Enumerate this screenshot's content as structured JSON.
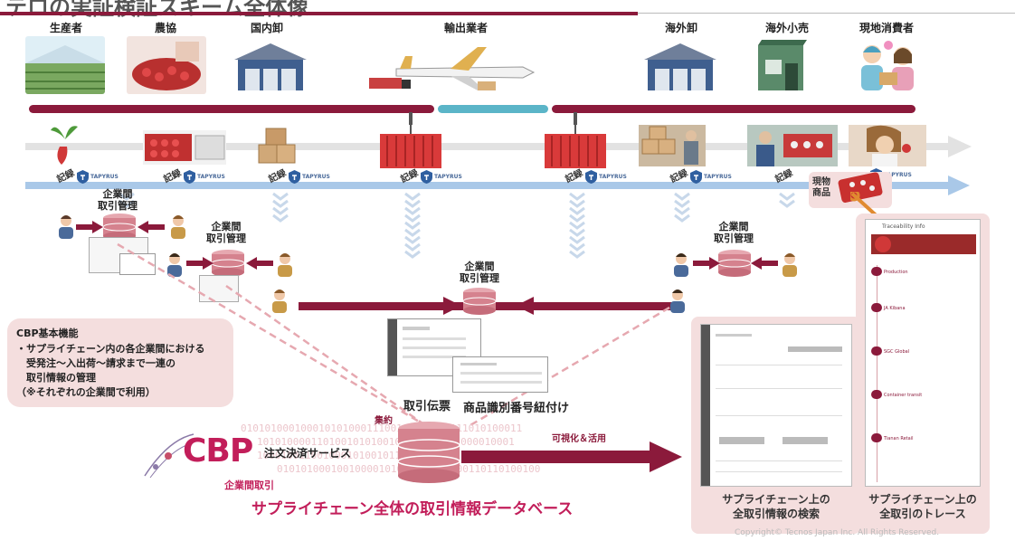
{
  "header": {
    "title": "テロの実証検証スキーム全体像"
  },
  "stages": [
    "生産者",
    "農協",
    "国内卸",
    "輸出業者",
    "海外卸",
    "海外小売",
    "現地消費者"
  ],
  "record": {
    "label": "記録",
    "brand": "TAPYRUS"
  },
  "mgmt": {
    "line1": "企業間",
    "line2": "取引管理"
  },
  "genbutsu": {
    "line1": "現物",
    "line2": "商品"
  },
  "cbp_info": {
    "title": "CBP基本機能",
    "lines": [
      "・サプライチェーン内の各企業間における",
      "　受発注～入出荷～請求まで一連の",
      "　取引情報の管理",
      "（※それぞれの企業間で利用）"
    ]
  },
  "labels": {
    "slip": "取引伝票",
    "product_id": "商品識別番号紐付け",
    "aggregate": "集約",
    "visualize": "可視化＆活用",
    "database": "サプライチェーン全体の取引情報データベース"
  },
  "cbp_logo": {
    "mark": "CBP",
    "service": "注文決済サービス",
    "sub": "企業間取引"
  },
  "binary": [
    "01010100010001010100011100100111001111010100011",
    "1010100001101001010100100100010111000010001",
    "100010011001000101001011101001100111010100",
    "01010100010010000101001001010100110110100100"
  ],
  "panels": {
    "search_caption": [
      "サプライチェーン上の",
      "全取引情報の検索"
    ],
    "trace_caption": [
      "サプライチェーン上の",
      "全取引のトレース"
    ],
    "trace_header": "Traceability Info",
    "trace_items": [
      "Production",
      "JA Kibana",
      "SGC Global",
      "Container transit",
      "Tianan Retail"
    ]
  },
  "copyright": "Copyright© Tecnos Japan Inc. All Rights Reserved.",
  "colors": {
    "maroon": "#8b1a3b",
    "blue": "#6f9fd0",
    "teal": "#5bb5c8",
    "pink": "#f4dede"
  }
}
